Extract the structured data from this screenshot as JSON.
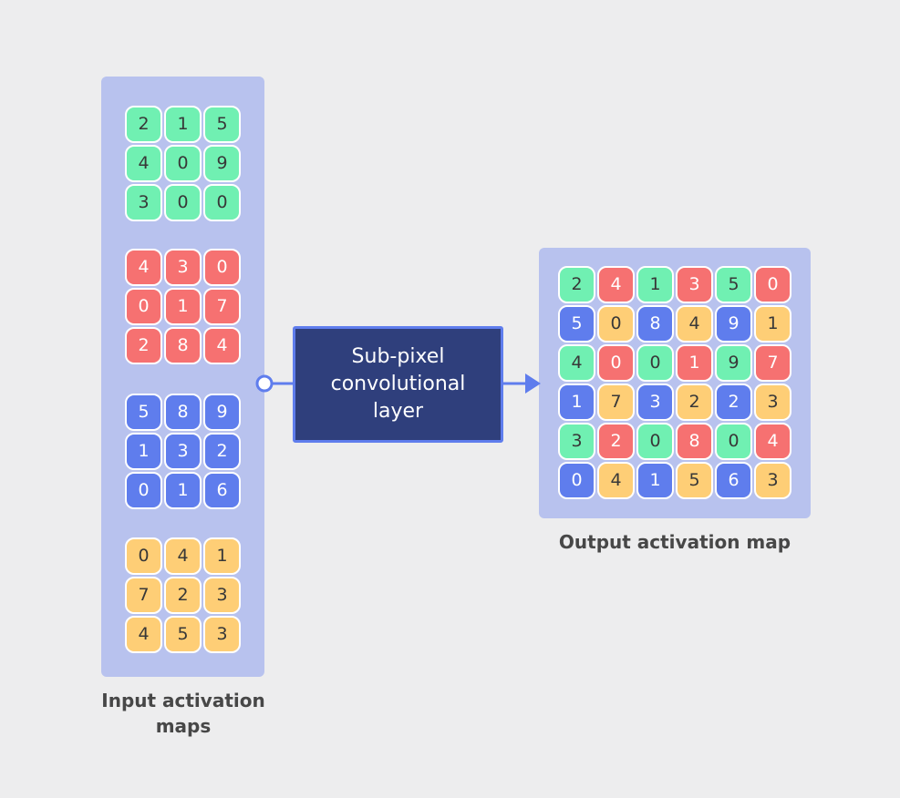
{
  "colors": {
    "background": "#ededee",
    "panel": "#b8c2ee",
    "green": "#70f0b2",
    "red": "#f67171",
    "blue": "#5f7ded",
    "yellow": "#fece76",
    "layer_fill": "#2f3f7c",
    "connector": "#5f7ded"
  },
  "input_maps": [
    {
      "color": "green",
      "rows": [
        [
          "2",
          "1",
          "5"
        ],
        [
          "4",
          "0",
          "9"
        ],
        [
          "3",
          "0",
          "0"
        ]
      ]
    },
    {
      "color": "red",
      "rows": [
        [
          "4",
          "3",
          "0"
        ],
        [
          "0",
          "1",
          "7"
        ],
        [
          "2",
          "8",
          "4"
        ]
      ]
    },
    {
      "color": "blue",
      "rows": [
        [
          "5",
          "8",
          "9"
        ],
        [
          "1",
          "3",
          "2"
        ],
        [
          "0",
          "1",
          "6"
        ]
      ]
    },
    {
      "color": "yellow",
      "rows": [
        [
          "0",
          "4",
          "1"
        ],
        [
          "7",
          "2",
          "3"
        ],
        [
          "4",
          "5",
          "3"
        ]
      ]
    }
  ],
  "layer": {
    "lines": [
      "Sub-pixel",
      "convolutional",
      "layer"
    ]
  },
  "output_map": {
    "rows": [
      [
        [
          "2",
          "green"
        ],
        [
          "4",
          "red"
        ],
        [
          "1",
          "green"
        ],
        [
          "3",
          "red"
        ],
        [
          "5",
          "green"
        ],
        [
          "0",
          "red"
        ]
      ],
      [
        [
          "5",
          "blue"
        ],
        [
          "0",
          "yellow"
        ],
        [
          "8",
          "blue"
        ],
        [
          "4",
          "yellow"
        ],
        [
          "9",
          "blue"
        ],
        [
          "1",
          "yellow"
        ]
      ],
      [
        [
          "4",
          "green"
        ],
        [
          "0",
          "red"
        ],
        [
          "0",
          "green"
        ],
        [
          "1",
          "red"
        ],
        [
          "9",
          "green"
        ],
        [
          "7",
          "red"
        ]
      ],
      [
        [
          "1",
          "blue"
        ],
        [
          "7",
          "yellow"
        ],
        [
          "3",
          "blue"
        ],
        [
          "2",
          "yellow"
        ],
        [
          "2",
          "blue"
        ],
        [
          "3",
          "yellow"
        ]
      ],
      [
        [
          "3",
          "green"
        ],
        [
          "2",
          "red"
        ],
        [
          "0",
          "green"
        ],
        [
          "8",
          "red"
        ],
        [
          "0",
          "green"
        ],
        [
          "4",
          "red"
        ]
      ],
      [
        [
          "0",
          "blue"
        ],
        [
          "4",
          "yellow"
        ],
        [
          "1",
          "blue"
        ],
        [
          "5",
          "yellow"
        ],
        [
          "6",
          "blue"
        ],
        [
          "3",
          "yellow"
        ]
      ]
    ]
  },
  "captions": {
    "input": "Input activation maps",
    "output": "Output activation map"
  }
}
